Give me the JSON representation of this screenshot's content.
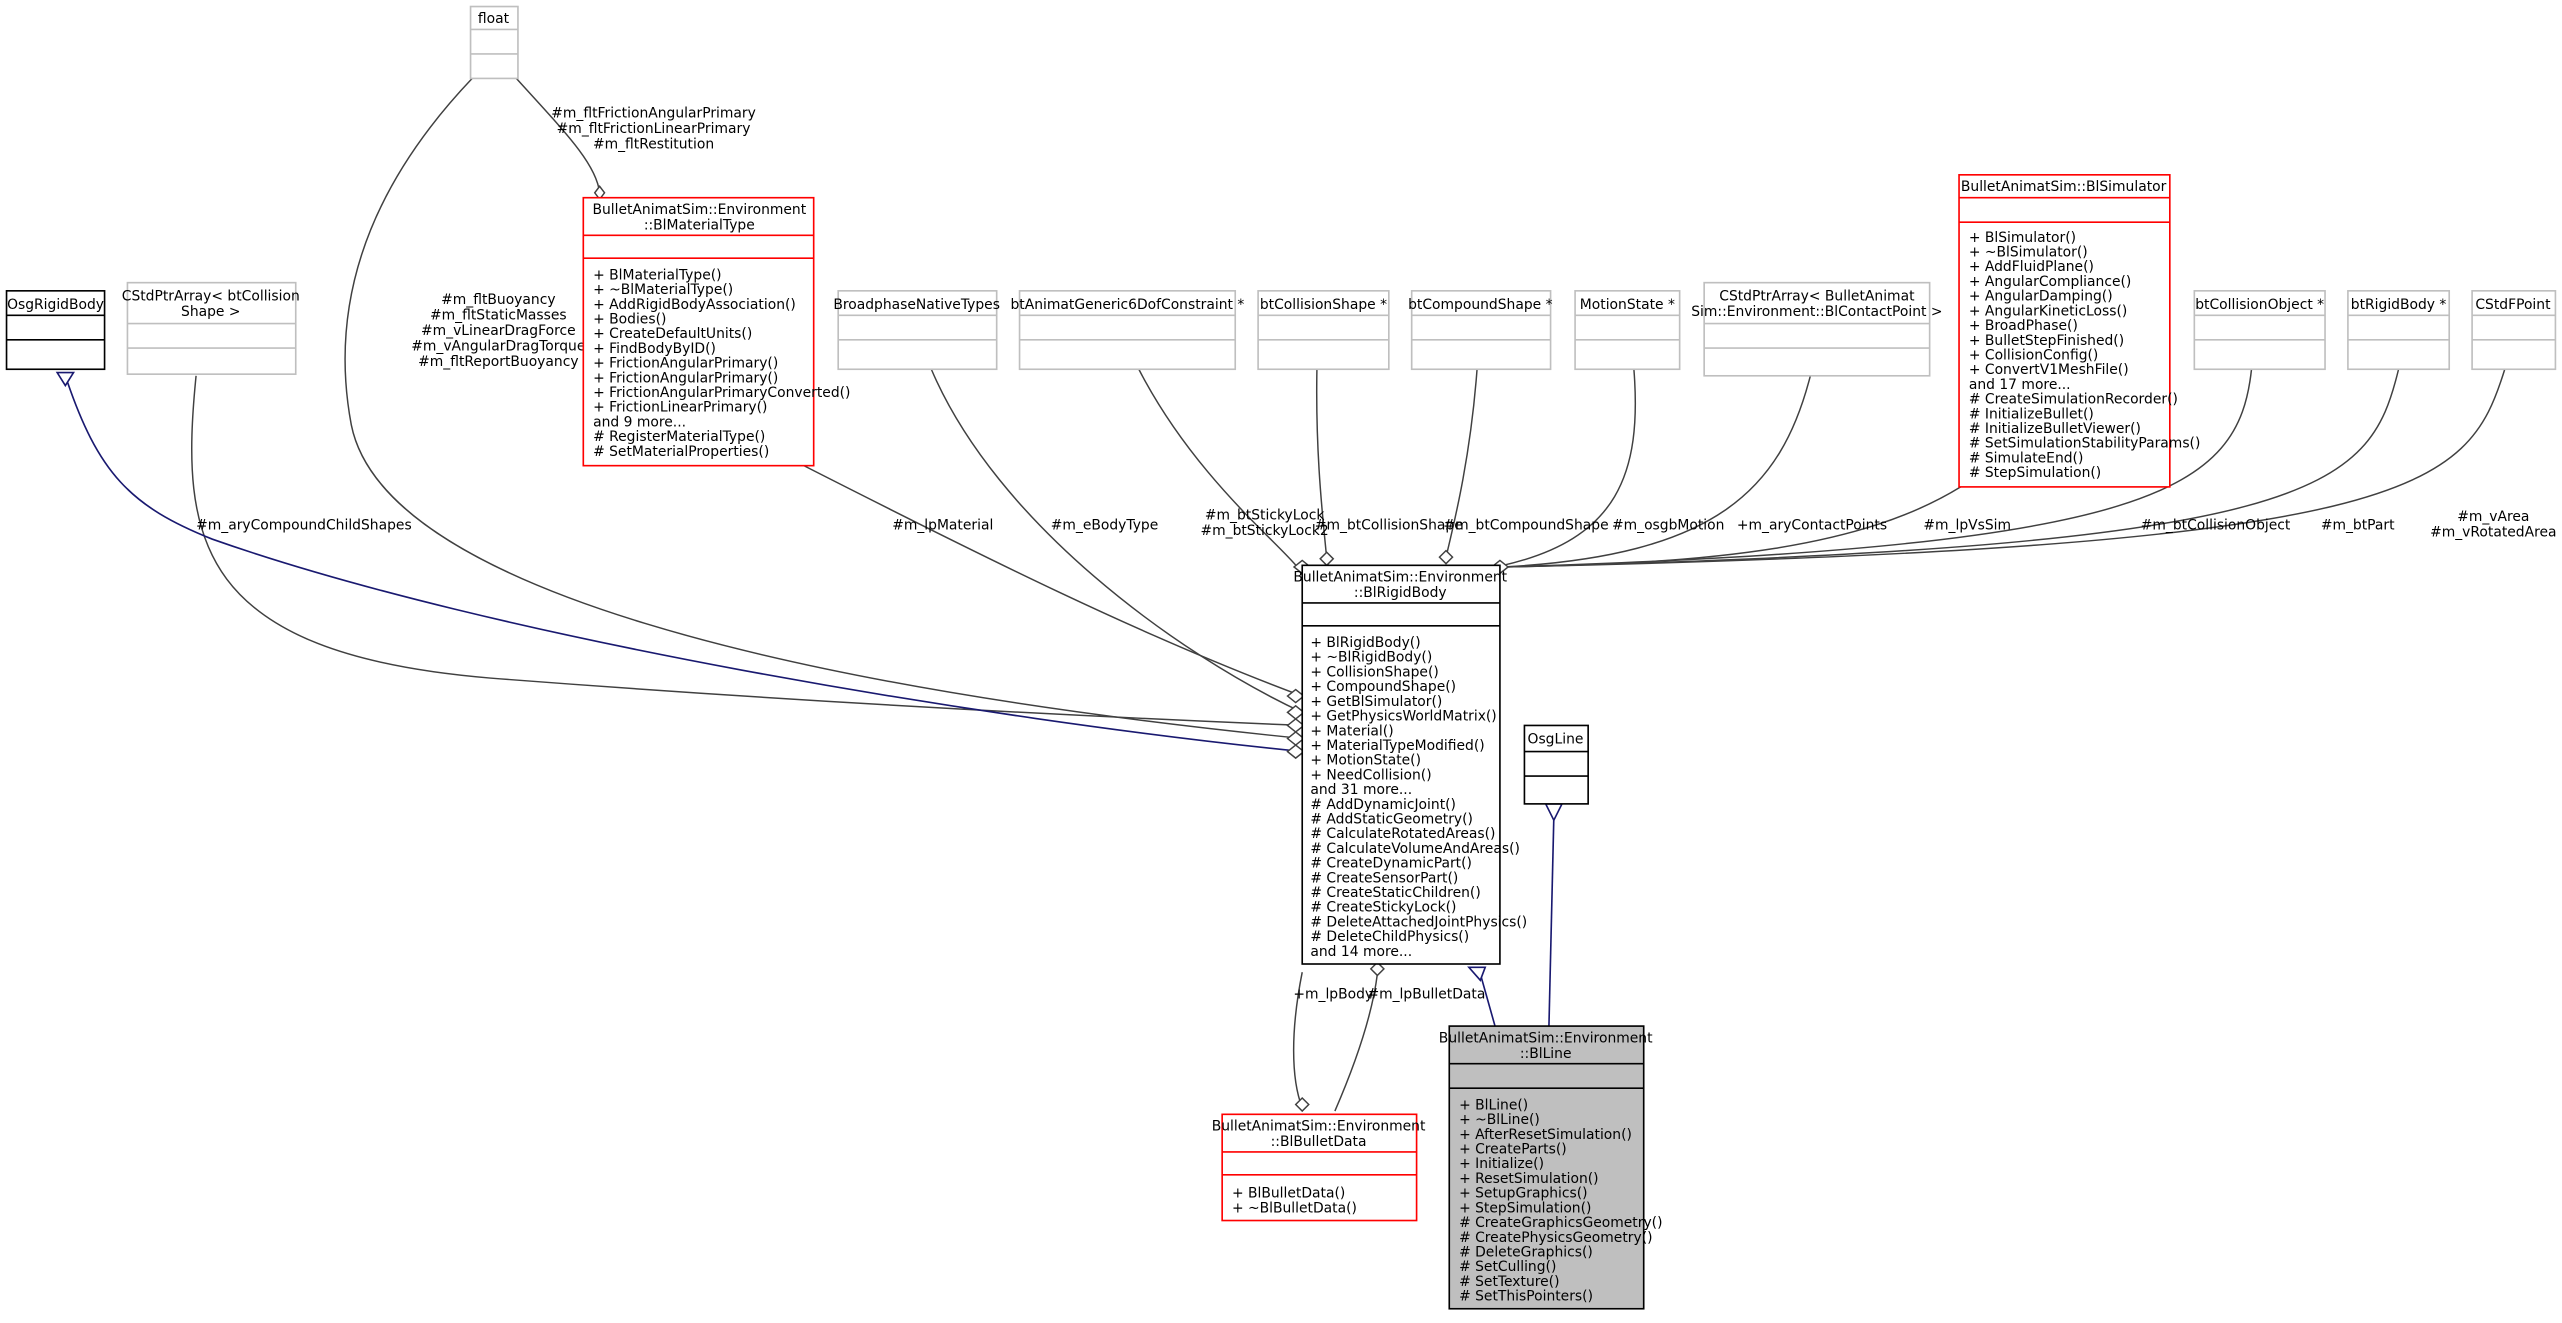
{
  "nodes": {
    "float": {
      "title": [
        "float"
      ]
    },
    "osgRigidBody": {
      "title": [
        "OsgRigidBody"
      ]
    },
    "cstdPtrArrayCollision": {
      "title": [
        "CStdPtrArray< btCollision",
        "Shape >"
      ]
    },
    "blMaterialType": {
      "title": [
        "BulletAnimatSim::Environment",
        "::BlMaterialType"
      ],
      "members": [
        "+ BlMaterialType()",
        "+ ~BlMaterialType()",
        "+ AddRigidBodyAssociation()",
        "+ Bodies()",
        "+ CreateDefaultUnits()",
        "+ FindBodyByID()",
        "+ FrictionAngularPrimary()",
        "+ FrictionAngularPrimary()",
        "+ FrictionAngularPrimaryConverted()",
        "+ FrictionLinearPrimary()",
        "and 9 more...",
        "# RegisterMaterialType()",
        "# SetMaterialProperties()"
      ]
    },
    "broadphase": {
      "title": [
        "BroadphaseNativeTypes"
      ]
    },
    "btAnimatGeneric": {
      "title": [
        "btAnimatGeneric6DofConstraint *"
      ]
    },
    "btCollisionShape": {
      "title": [
        "btCollisionShape *"
      ]
    },
    "btCompoundShape": {
      "title": [
        "btCompoundShape *"
      ]
    },
    "motionState": {
      "title": [
        "MotionState *"
      ]
    },
    "cstdPtrArrayContact": {
      "title": [
        "CStdPtrArray< BulletAnimat",
        "Sim::Environment::BlContactPoint >"
      ]
    },
    "blSimulator": {
      "title": [
        "BulletAnimatSim::BlSimulator"
      ],
      "members": [
        "+ BlSimulator()",
        "+ ~BlSimulator()",
        "+ AddFluidPlane()",
        "+ AngularCompliance()",
        "+ AngularDamping()",
        "+ AngularKineticLoss()",
        "+ BroadPhase()",
        "+ BulletStepFinished()",
        "+ CollisionConfig()",
        "+ ConvertV1MeshFile()",
        "and 17 more...",
        "# CreateSimulationRecorder()",
        "# InitializeBullet()",
        "# InitializeBulletViewer()",
        "# SetSimulationStabilityParams()",
        "# SimulateEnd()",
        "# StepSimulation()"
      ]
    },
    "btCollisionObject": {
      "title": [
        "btCollisionObject *"
      ]
    },
    "btRigidBody": {
      "title": [
        "btRigidBody *"
      ]
    },
    "cstdFPoint": {
      "title": [
        "CStdFPoint"
      ]
    },
    "blRigidBody": {
      "title": [
        "BulletAnimatSim::Environment",
        "::BlRigidBody"
      ],
      "members": [
        "+ BlRigidBody()",
        "+ ~BlRigidBody()",
        "+ CollisionShape()",
        "+ CompoundShape()",
        "+ GetBlSimulator()",
        "+ GetPhysicsWorldMatrix()",
        "+ Material()",
        "+ MaterialTypeModified()",
        "+ MotionState()",
        "+ NeedCollision()",
        "and 31 more...",
        "# AddDynamicJoint()",
        "# AddStaticGeometry()",
        "# CalculateRotatedAreas()",
        "# CalculateVolumeAndAreas()",
        "# CreateDynamicPart()",
        "# CreateSensorPart()",
        "# CreateStaticChildren()",
        "# CreateStickyLock()",
        "# DeleteAttachedJointPhysics()",
        "# DeleteChildPhysics()",
        "and 14 more..."
      ]
    },
    "osgLine": {
      "title": [
        "OsgLine"
      ]
    },
    "blBulletData": {
      "title": [
        "BulletAnimatSim::Environment",
        "::BlBulletData"
      ],
      "members": [
        "+ BlBulletData()",
        "+ ~BlBulletData()"
      ]
    },
    "blLine": {
      "title": [
        "BulletAnimatSim::Environment",
        "::BlLine"
      ],
      "members": [
        "+ BlLine()",
        "+ ~BlLine()",
        "+ AfterResetSimulation()",
        "+ CreateParts()",
        "+ Initialize()",
        "+ ResetSimulation()",
        "+ SetupGraphics()",
        "+ StepSimulation()",
        "# CreateGraphicsGeometry()",
        "# CreatePhysicsGeometry()",
        "# DeleteGraphics()",
        "# SetCulling()",
        "# SetTexture()",
        "# SetThisPointers()"
      ]
    }
  },
  "edge_labels": {
    "floatToMaterial": [
      "#m_fltFrictionAngularPrimary",
      "#m_fltFrictionLinearPrimary",
      "#m_fltRestitution"
    ],
    "floatToRigidBody": [
      "#m_fltBuoyancy",
      "#m_fltStaticMasses",
      "#m_vLinearDragForce",
      "#m_vAngularDragTorque",
      "#m_fltReportBuoyancy"
    ],
    "compoundChildShapes": [
      "#m_aryCompoundChildShapes"
    ],
    "material": [
      "#m_lpMaterial"
    ],
    "bodyType": [
      "#m_eBodyType"
    ],
    "stickyLock": [
      "#m_btStickyLock",
      "#m_btStickyLock2"
    ],
    "collisionShape": [
      "#m_btCollisionShape"
    ],
    "compoundShape": [
      "#m_btCompoundShape"
    ],
    "osgbMotion": [
      "#m_osgbMotion"
    ],
    "contactPoints": [
      "+m_aryContactPoints"
    ],
    "vsSim": [
      "#m_lpVsSim"
    ],
    "collisionObject": [
      "#m_btCollisionObject"
    ],
    "btPart": [
      "#m_btPart"
    ],
    "area": [
      "#m_vArea",
      "#m_vRotatedArea"
    ],
    "lpBody": [
      "+m_lpBody"
    ],
    "lpBulletData": [
      "#m_lpBulletData"
    ]
  }
}
